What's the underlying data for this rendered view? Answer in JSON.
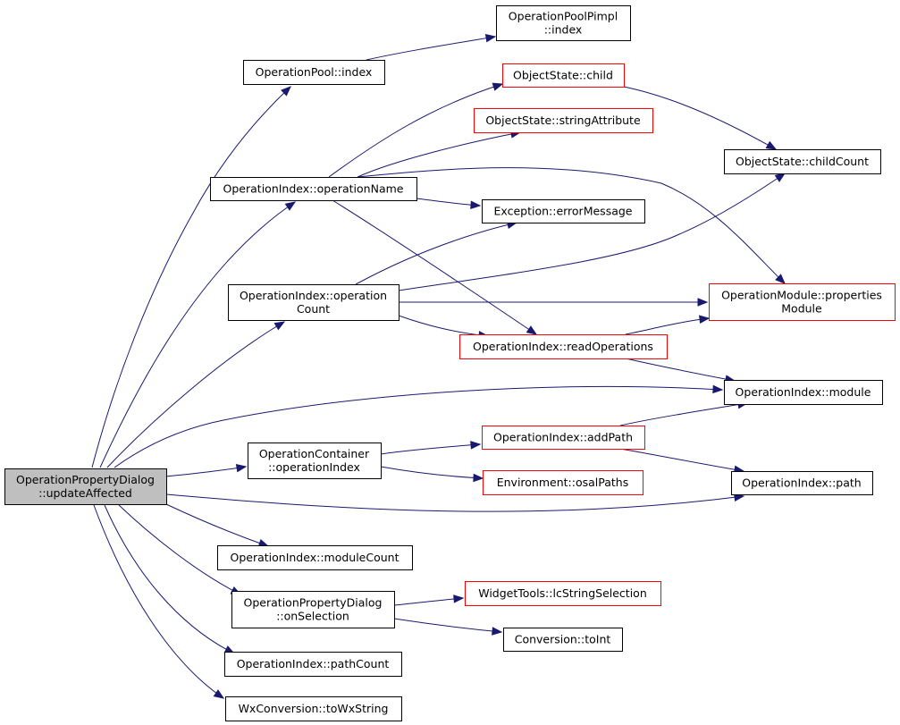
{
  "colors": {
    "edge": "#191970",
    "border_normal": "#000000",
    "border_truncated": "#ff0000",
    "root_fill": "#bfbfbf",
    "node_fill": "#ffffff"
  },
  "nodes": [
    {
      "id": "root",
      "lines": [
        "OperationPropertyDialog",
        "::updateAffected"
      ],
      "style": "root"
    },
    {
      "id": "pool_index",
      "lines": [
        "OperationPool::index"
      ],
      "style": "normal"
    },
    {
      "id": "pimpl_index",
      "lines": [
        "OperationPoolPimpl",
        "::index"
      ],
      "style": "normal"
    },
    {
      "id": "os_child",
      "lines": [
        "ObjectState::child"
      ],
      "style": "truncated"
    },
    {
      "id": "os_strattr",
      "lines": [
        "ObjectState::stringAttribute"
      ],
      "style": "truncated"
    },
    {
      "id": "os_childcount",
      "lines": [
        "ObjectState::childCount"
      ],
      "style": "normal"
    },
    {
      "id": "oi_opname",
      "lines": [
        "OperationIndex::operationName"
      ],
      "style": "normal"
    },
    {
      "id": "exc_errmsg",
      "lines": [
        "Exception::errorMessage"
      ],
      "style": "normal"
    },
    {
      "id": "oi_opcount",
      "lines": [
        "OperationIndex::operation",
        "Count"
      ],
      "style": "normal"
    },
    {
      "id": "om_propmod",
      "lines": [
        "OperationModule::properties",
        "Module"
      ],
      "style": "truncated"
    },
    {
      "id": "oi_readops",
      "lines": [
        "OperationIndex::readOperations"
      ],
      "style": "truncated"
    },
    {
      "id": "oi_module",
      "lines": [
        "OperationIndex::module"
      ],
      "style": "normal"
    },
    {
      "id": "oc_opindex",
      "lines": [
        "OperationContainer",
        "::operationIndex"
      ],
      "style": "normal"
    },
    {
      "id": "oi_addpath",
      "lines": [
        "OperationIndex::addPath"
      ],
      "style": "truncated"
    },
    {
      "id": "env_osal",
      "lines": [
        "Environment::osalPaths"
      ],
      "style": "truncated"
    },
    {
      "id": "oi_path",
      "lines": [
        "OperationIndex::path"
      ],
      "style": "normal"
    },
    {
      "id": "oi_modcount",
      "lines": [
        "OperationIndex::moduleCount"
      ],
      "style": "normal"
    },
    {
      "id": "opd_onsel",
      "lines": [
        "OperationPropertyDialog",
        "::onSelection"
      ],
      "style": "normal"
    },
    {
      "id": "wt_lcstr",
      "lines": [
        "WidgetTools::lcStringSelection"
      ],
      "style": "truncated"
    },
    {
      "id": "conv_toint",
      "lines": [
        "Conversion::toInt"
      ],
      "style": "normal"
    },
    {
      "id": "oi_pathcount",
      "lines": [
        "OperationIndex::pathCount"
      ],
      "style": "normal"
    },
    {
      "id": "wx_towx",
      "lines": [
        "WxConversion::toWxString"
      ],
      "style": "normal"
    }
  ],
  "edges": [
    {
      "from": "root",
      "to": "pool_index"
    },
    {
      "from": "root",
      "to": "oi_opname"
    },
    {
      "from": "root",
      "to": "oi_opcount"
    },
    {
      "from": "root",
      "to": "oi_module"
    },
    {
      "from": "root",
      "to": "oc_opindex"
    },
    {
      "from": "root",
      "to": "oi_path"
    },
    {
      "from": "root",
      "to": "oi_modcount"
    },
    {
      "from": "root",
      "to": "opd_onsel"
    },
    {
      "from": "root",
      "to": "oi_pathcount"
    },
    {
      "from": "root",
      "to": "wx_towx"
    },
    {
      "from": "pool_index",
      "to": "pimpl_index"
    },
    {
      "from": "oi_opname",
      "to": "os_child"
    },
    {
      "from": "oi_opname",
      "to": "os_strattr"
    },
    {
      "from": "oi_opname",
      "to": "om_propmod"
    },
    {
      "from": "oi_opname",
      "to": "exc_errmsg"
    },
    {
      "from": "oi_opname",
      "to": "oi_readops"
    },
    {
      "from": "os_child",
      "to": "os_childcount"
    },
    {
      "from": "oi_opcount",
      "to": "exc_errmsg"
    },
    {
      "from": "oi_opcount",
      "to": "os_childcount"
    },
    {
      "from": "oi_opcount",
      "to": "om_propmod"
    },
    {
      "from": "oi_opcount",
      "to": "oi_readops"
    },
    {
      "from": "oi_readops",
      "to": "om_propmod"
    },
    {
      "from": "oi_readops",
      "to": "oi_module"
    },
    {
      "from": "oc_opindex",
      "to": "oi_addpath"
    },
    {
      "from": "oc_opindex",
      "to": "env_osal"
    },
    {
      "from": "oi_addpath",
      "to": "oi_module"
    },
    {
      "from": "oi_addpath",
      "to": "oi_path"
    },
    {
      "from": "opd_onsel",
      "to": "wt_lcstr"
    },
    {
      "from": "opd_onsel",
      "to": "conv_toint"
    }
  ]
}
